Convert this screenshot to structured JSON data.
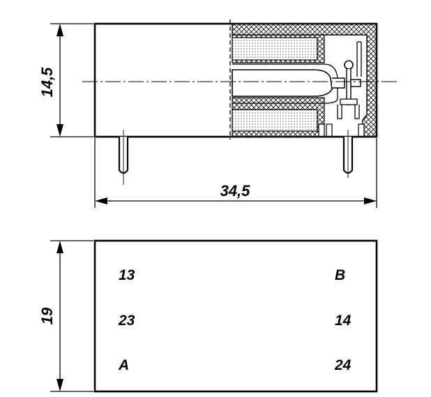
{
  "side_view": {
    "height_dimension": "14,5",
    "length_dimension": "34,5"
  },
  "top_view": {
    "width_dimension": "19",
    "pins_left": [
      "13",
      "23",
      "A"
    ],
    "pins_right": [
      "B",
      "14",
      "24"
    ]
  }
}
